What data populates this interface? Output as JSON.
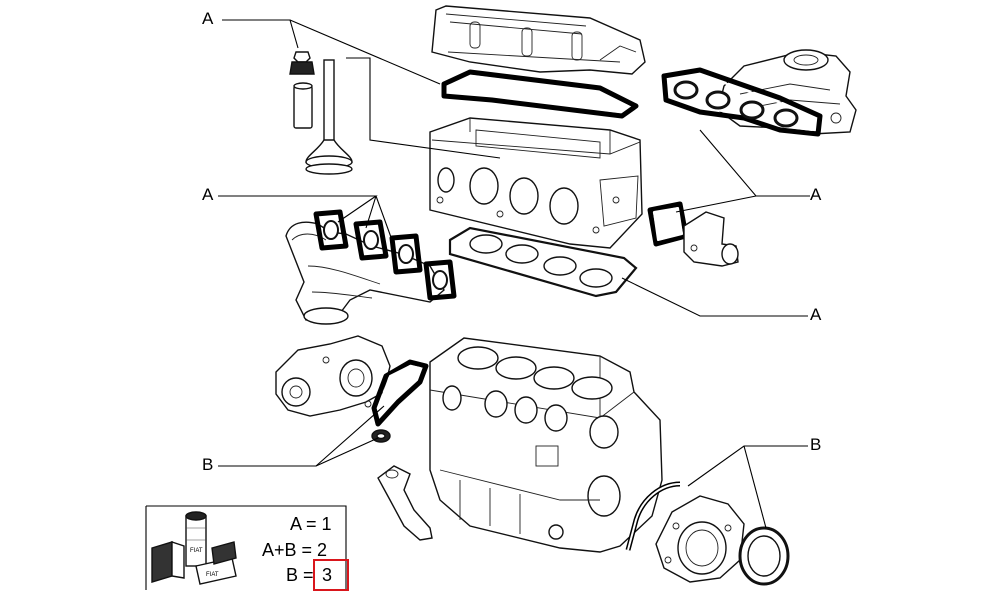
{
  "callouts": {
    "a_top_left": "A",
    "a_mid_left": "A",
    "a_right_upper": "A",
    "a_right_lower": "A",
    "b_left": "B",
    "b_right": "B"
  },
  "legend": {
    "row1": "A = 1",
    "row2": "A+B = 2",
    "row3_prefix": "B = ",
    "row3_value": "3",
    "highlight_color": "#d9161c",
    "kit_tube_text": "FIAT",
    "kit_box_text": "FIAT"
  }
}
